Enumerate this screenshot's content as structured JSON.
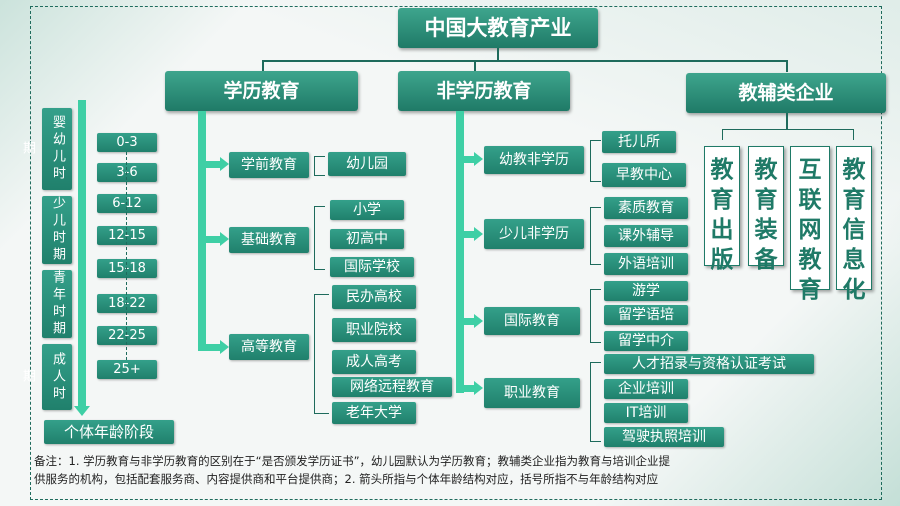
{
  "title": "中国大教育产业",
  "headers": {
    "academic": "学历教育",
    "nonacademic": "非学历教育",
    "auxiliary": "教辅类企业"
  },
  "stages": [
    "婴幼儿时期",
    "少儿时期",
    "青年时期",
    "成人时期"
  ],
  "ages": [
    "0-3",
    "3-6",
    "6-12",
    "12-15",
    "15-18",
    "18-22",
    "22-25",
    "25+"
  ],
  "age_label": "个体年龄阶段",
  "academic": {
    "preschool": {
      "label": "学前教育",
      "items": [
        "幼儿园"
      ]
    },
    "basic": {
      "label": "基础教育",
      "items": [
        "小学",
        "初高中",
        "国际学校"
      ]
    },
    "higher": {
      "label": "高等教育",
      "items": [
        "民办高校",
        "职业院校",
        "成人高考",
        "网络远程教育",
        "老年大学"
      ]
    }
  },
  "nonacademic": {
    "infant": {
      "label": "幼教非学历",
      "items": [
        "托儿所",
        "早教中心"
      ]
    },
    "youth": {
      "label": "少儿非学历",
      "items": [
        "素质教育",
        "课外辅导",
        "外语培训"
      ]
    },
    "international": {
      "label": "国际教育",
      "items": [
        "游学",
        "留学语培",
        "留学中介"
      ]
    },
    "vocational": {
      "label": "职业教育",
      "items": [
        "人才招录与资格认证考试",
        "企业培训",
        "IT培训",
        "驾驶执照培训"
      ]
    }
  },
  "auxiliary_items": [
    "教育出版",
    "教育装备",
    "互联网教育",
    "教育信息化"
  ],
  "note_line1": "备注：1. 学历教育与非学历教育的区别在于“是否颁发学历证书”，幼儿园默认为学历教育；教辅类企业指为教育与培训企业提",
  "note_line2": "供服务的机构，包括配套服务商、内容提供商和平台提供商；2. 箭头所指与个体年龄结构对应，括号所指不与年龄结构对应"
}
